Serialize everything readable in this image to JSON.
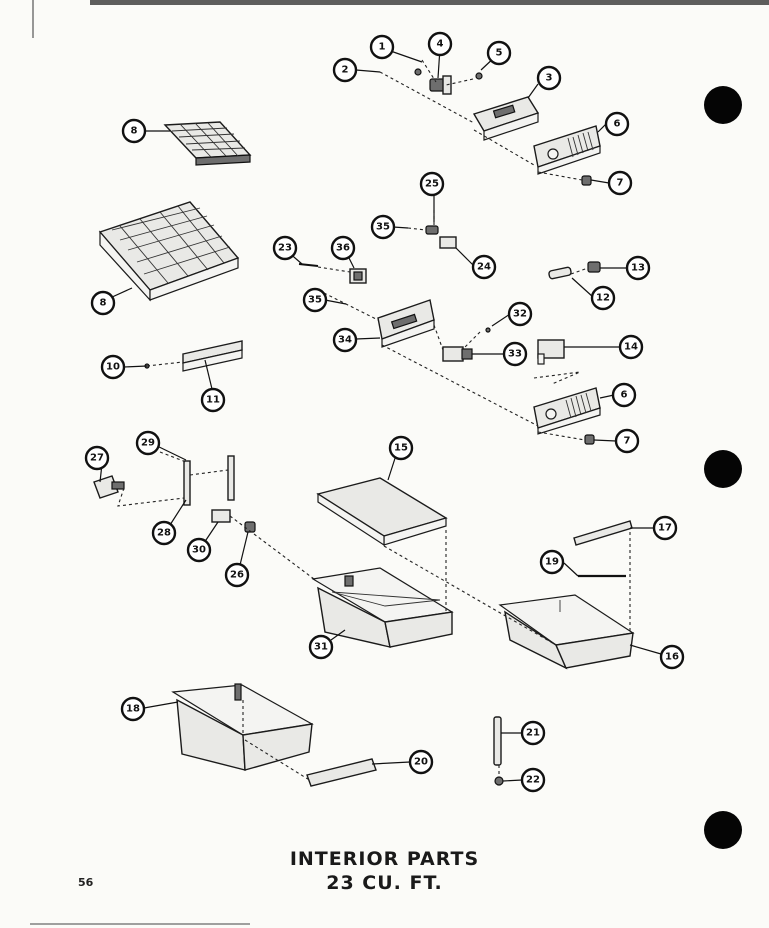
{
  "page": {
    "title_line1": "INTERIOR PARTS",
    "title_line2": "23 CU. FT.",
    "page_number": "56"
  },
  "callouts": [
    {
      "id": "c1",
      "label": "1"
    },
    {
      "id": "c2",
      "label": "2"
    },
    {
      "id": "c3",
      "label": "3"
    },
    {
      "id": "c4",
      "label": "4"
    },
    {
      "id": "c5",
      "label": "5"
    },
    {
      "id": "c6a",
      "label": "6"
    },
    {
      "id": "c7a",
      "label": "7"
    },
    {
      "id": "c8a",
      "label": "8"
    },
    {
      "id": "c8b",
      "label": "8"
    },
    {
      "id": "c25",
      "label": "25"
    },
    {
      "id": "c35a",
      "label": "35"
    },
    {
      "id": "c24",
      "label": "24"
    },
    {
      "id": "c23",
      "label": "23"
    },
    {
      "id": "c36",
      "label": "36"
    },
    {
      "id": "c35b",
      "label": "35"
    },
    {
      "id": "c34",
      "label": "34"
    },
    {
      "id": "c32",
      "label": "32"
    },
    {
      "id": "c33",
      "label": "33"
    },
    {
      "id": "c13",
      "label": "13"
    },
    {
      "id": "c12",
      "label": "12"
    },
    {
      "id": "c14",
      "label": "14"
    },
    {
      "id": "c6b",
      "label": "6"
    },
    {
      "id": "c7b",
      "label": "7"
    },
    {
      "id": "c10",
      "label": "10"
    },
    {
      "id": "c11",
      "label": "11"
    },
    {
      "id": "c29",
      "label": "29"
    },
    {
      "id": "c27",
      "label": "27"
    },
    {
      "id": "c28",
      "label": "28"
    },
    {
      "id": "c30",
      "label": "30"
    },
    {
      "id": "c26",
      "label": "26"
    },
    {
      "id": "c15",
      "label": "15"
    },
    {
      "id": "c17",
      "label": "17"
    },
    {
      "id": "c19",
      "label": "19"
    },
    {
      "id": "c31",
      "label": "31"
    },
    {
      "id": "c16",
      "label": "16"
    },
    {
      "id": "c18",
      "label": "18"
    },
    {
      "id": "c20",
      "label": "20"
    },
    {
      "id": "c21",
      "label": "21"
    },
    {
      "id": "c22",
      "label": "22"
    }
  ]
}
